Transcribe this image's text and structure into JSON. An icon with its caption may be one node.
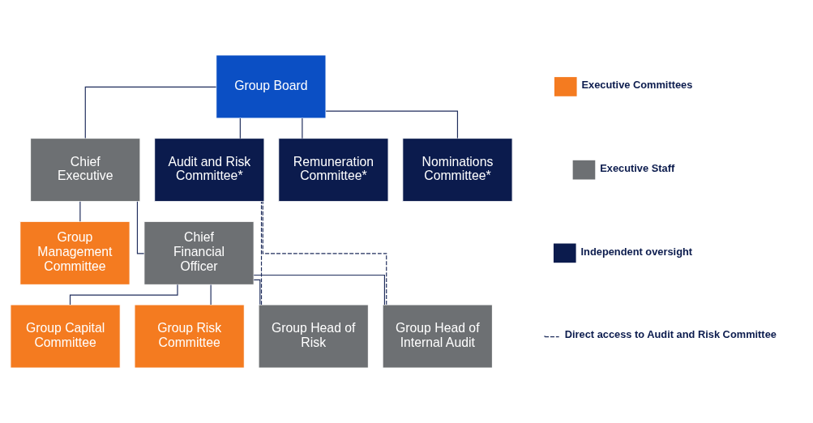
{
  "diagram": {
    "nodes": [
      {
        "text": [
          "Group Board"
        ]
      },
      {
        "text": [
          "Chief Executive"
        ]
      },
      {
        "text": [
          "Audit and Risk Committee*"
        ]
      },
      {
        "text": [
          "Remuneration Committee*"
        ]
      },
      {
        "text": [
          "Nominations Committee*"
        ]
      },
      {
        "text": [
          "Group Management Committee"
        ]
      },
      {
        "text": [
          "Chief Financial Officer"
        ]
      },
      {
        "text": [
          "Group Capital Committee"
        ]
      },
      {
        "text": [
          "Group Risk Committee"
        ]
      },
      {
        "text": [
          "Group Head of Risk"
        ]
      },
      {
        "text": [
          "Group Head of Internal Audit"
        ]
      }
    ],
    "edges": [
      {
        "from": 0,
        "to": 1,
        "arrow": "none"
      },
      {
        "from": 0,
        "to": 2,
        "arrow": "none"
      },
      {
        "from": 0,
        "to": 3,
        "arrow": "none"
      },
      {
        "from": 0,
        "to": 4,
        "arrow": "none"
      },
      {
        "from": 1,
        "to": 5,
        "arrow": "none"
      },
      {
        "from": 1,
        "to": 6,
        "arrow": "none"
      },
      {
        "from": 6,
        "to": 7,
        "arrow": "none"
      },
      {
        "from": 6,
        "to": 8,
        "arrow": "none"
      },
      {
        "from": 6,
        "to": 9,
        "arrow": "none"
      },
      {
        "from": 6,
        "to": 10,
        "arrow": "none"
      },
      {
        "from": 9,
        "to": 2,
        "arrow": "none",
        "style": "dashed"
      },
      {
        "from": 10,
        "to": 2,
        "arrow": "none",
        "style": "dashed"
      }
    ],
    "legend": [
      {
        "text": "Executive Committees",
        "color": "#f47b20"
      },
      {
        "text": "Executive Staff",
        "color": "#6d7073"
      },
      {
        "text": "Independent oversight",
        "color": "#0b1b4d"
      },
      {
        "text": "Direct access to Audit and Risk Committee"
      }
    ]
  }
}
